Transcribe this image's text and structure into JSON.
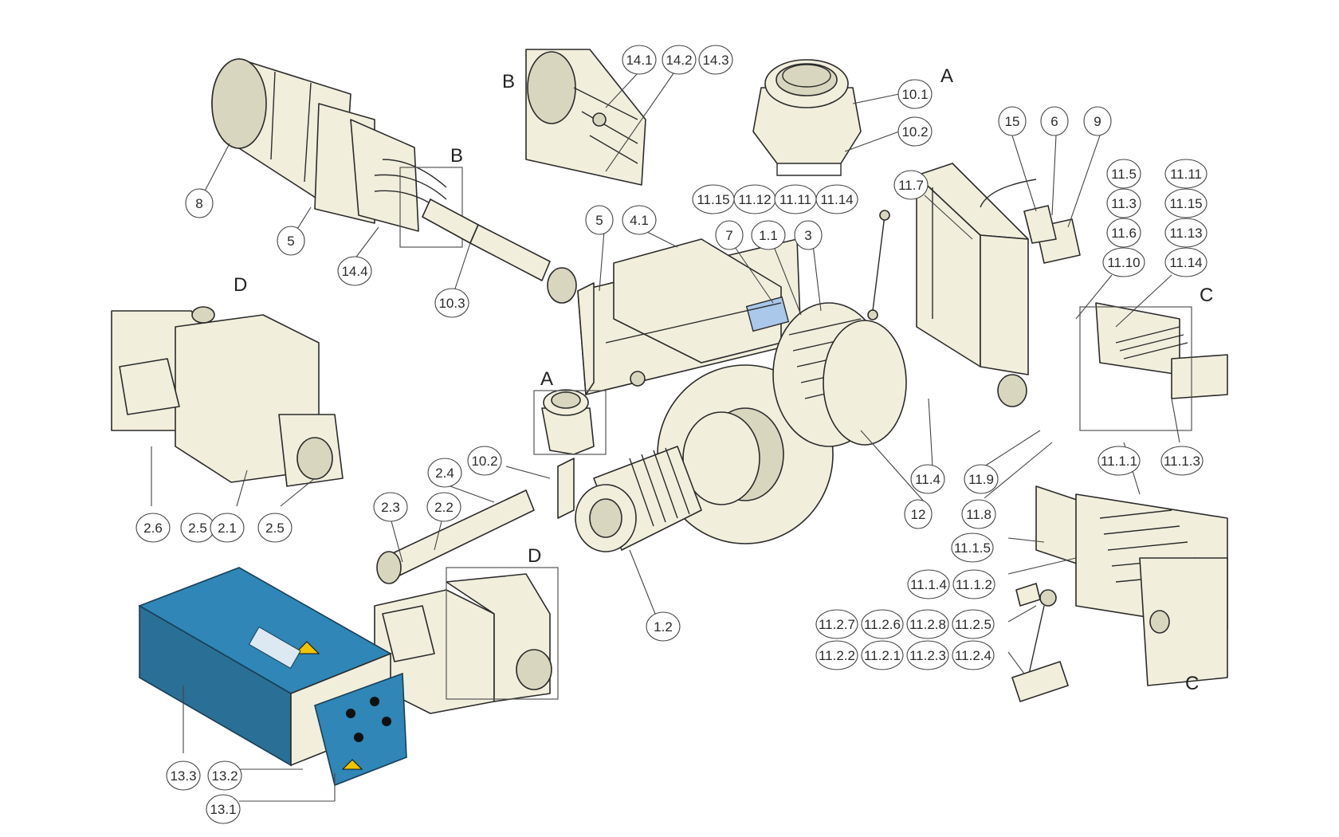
{
  "views": {
    "A": "A",
    "B": "B",
    "C": "C",
    "D": "D"
  },
  "callouts": [
    {
      "id": "c-14-1",
      "label": "14.1"
    },
    {
      "id": "c-14-2",
      "label": "14.2"
    },
    {
      "id": "c-14-3",
      "label": "14.3"
    },
    {
      "id": "c-10-1",
      "label": "10.1"
    },
    {
      "id": "c-10-2-top",
      "label": "10.2"
    },
    {
      "id": "c-8",
      "label": "8"
    },
    {
      "id": "c-5-left",
      "label": "5"
    },
    {
      "id": "c-14-4",
      "label": "14.4"
    },
    {
      "id": "c-10-3",
      "label": "10.3"
    },
    {
      "id": "c-5-mid",
      "label": "5"
    },
    {
      "id": "c-4-1",
      "label": "4.1"
    },
    {
      "id": "c-11-15-a",
      "label": "11.15"
    },
    {
      "id": "c-11-12",
      "label": "11.12"
    },
    {
      "id": "c-11-11-a",
      "label": "11.11"
    },
    {
      "id": "c-11-14-a",
      "label": "11.14"
    },
    {
      "id": "c-7",
      "label": "7"
    },
    {
      "id": "c-1-1",
      "label": "1.1"
    },
    {
      "id": "c-3",
      "label": "3"
    },
    {
      "id": "c-11-7",
      "label": "11.7"
    },
    {
      "id": "c-15",
      "label": "15"
    },
    {
      "id": "c-6",
      "label": "6"
    },
    {
      "id": "c-9",
      "label": "9"
    },
    {
      "id": "c-11-5",
      "label": "11.5"
    },
    {
      "id": "c-11-11-b",
      "label": "11.11"
    },
    {
      "id": "c-11-3",
      "label": "11.3"
    },
    {
      "id": "c-11-15-b",
      "label": "11.15"
    },
    {
      "id": "c-11-6",
      "label": "11.6"
    },
    {
      "id": "c-11-13",
      "label": "11.13"
    },
    {
      "id": "c-11-10",
      "label": "11.10"
    },
    {
      "id": "c-11-14-b",
      "label": "11.14"
    },
    {
      "id": "c-2-6",
      "label": "2.6"
    },
    {
      "id": "c-2-5-a",
      "label": "2.5"
    },
    {
      "id": "c-2-1",
      "label": "2.1"
    },
    {
      "id": "c-2-5-b",
      "label": "2.5"
    },
    {
      "id": "c-10-2-mid",
      "label": "10.2"
    },
    {
      "id": "c-2-4",
      "label": "2.4"
    },
    {
      "id": "c-2-3",
      "label": "2.3"
    },
    {
      "id": "c-2-2",
      "label": "2.2"
    },
    {
      "id": "c-11-4",
      "label": "11.4"
    },
    {
      "id": "c-11-9",
      "label": "11.9"
    },
    {
      "id": "c-12",
      "label": "12"
    },
    {
      "id": "c-11-8",
      "label": "11.8"
    },
    {
      "id": "c-11-1-1",
      "label": "11.1.1"
    },
    {
      "id": "c-11-1-3",
      "label": "11.1.3"
    },
    {
      "id": "c-11-1-5",
      "label": "11.1.5"
    },
    {
      "id": "c-11-1-4",
      "label": "11.1.4"
    },
    {
      "id": "c-11-1-2",
      "label": "11.1.2"
    },
    {
      "id": "c-1-2",
      "label": "1.2"
    },
    {
      "id": "c-11-2-7",
      "label": "11.2.7"
    },
    {
      "id": "c-11-2-6",
      "label": "11.2.6"
    },
    {
      "id": "c-11-2-8",
      "label": "11.2.8"
    },
    {
      "id": "c-11-2-5",
      "label": "11.2.5"
    },
    {
      "id": "c-11-2-2",
      "label": "11.2.2"
    },
    {
      "id": "c-11-2-1",
      "label": "11.2.1"
    },
    {
      "id": "c-11-2-3",
      "label": "11.2.3"
    },
    {
      "id": "c-11-2-4",
      "label": "11.2.4"
    },
    {
      "id": "c-13-3",
      "label": "13.3"
    },
    {
      "id": "c-13-2",
      "label": "13.2"
    },
    {
      "id": "c-13-1",
      "label": "13.1"
    }
  ],
  "colors": {
    "part_fill": "#f1efdc",
    "outline": "#2b2b2b",
    "control_panel": "#2f86b7",
    "window_highlight": "#a9c8ea",
    "warning": "#f2c400"
  }
}
